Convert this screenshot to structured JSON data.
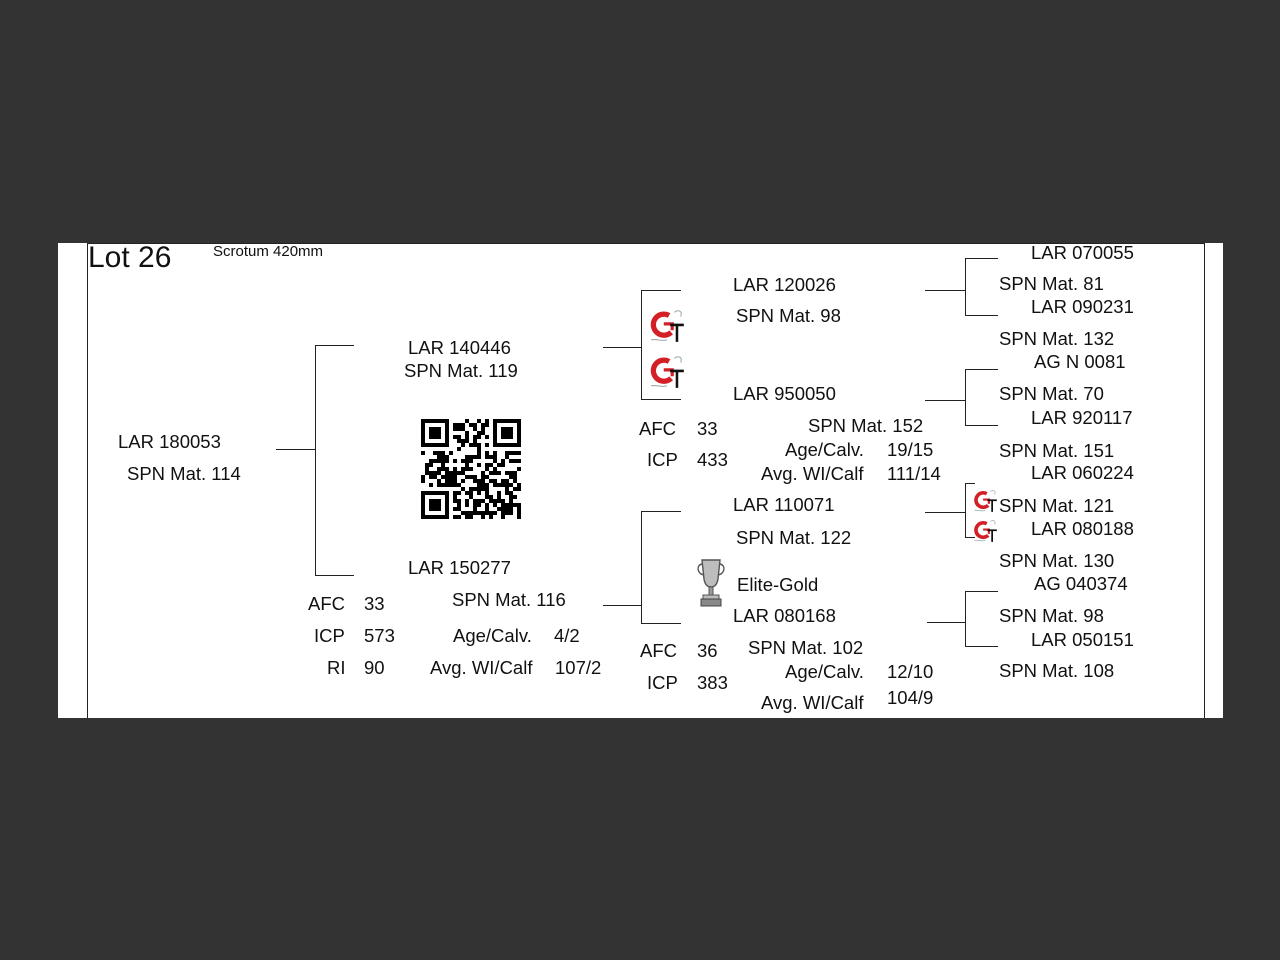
{
  "header": {
    "lot": "Lot 26",
    "scrotum": "Scrotum 420mm"
  },
  "subject": {
    "id": "LAR 180053",
    "spn": "SPN Mat. 114"
  },
  "sire": {
    "id": "LAR 140446",
    "spn": "SPN Mat. 119"
  },
  "dam": {
    "id": "LAR 150277",
    "spn": "SPN Mat. 116",
    "stats": {
      "afc_label": "AFC",
      "afc": "33",
      "icp_label": "ICP",
      "icp": "573",
      "ri_label": "RI",
      "ri": "90"
    },
    "age_calv_label": "Age/Calv.",
    "age_calv": "4/2",
    "avg_wi_label": "Avg. WI/Calf",
    "avg_wi": "107/2"
  },
  "ss": {
    "id": "LAR 120026",
    "spn": "SPN Mat. 98"
  },
  "sd": {
    "id": "LAR 950050",
    "spn": "SPN Mat. 152",
    "afc_label": "AFC",
    "afc": "33",
    "icp_label": "ICP",
    "icp": "433",
    "age_calv_label": "Age/Calv.",
    "age_calv": "19/15",
    "avg_wi_label": "Avg. WI/Calf",
    "avg_wi": "111/14"
  },
  "ds": {
    "id": "LAR 110071",
    "spn": "SPN Mat. 122",
    "award": "Elite-Gold"
  },
  "dd": {
    "id": "LAR 080168",
    "spn": "SPN Mat. 102",
    "afc_label": "AFC",
    "afc": "36",
    "icp_label": "ICP",
    "icp": "383",
    "age_calv_label": "Age/Calv.",
    "age_calv": "12/10",
    "avg_wi_label": "Avg. WI/Calf",
    "avg_wi": "104/9"
  },
  "ggp": [
    {
      "id": "LAR 070055",
      "spn": "SPN Mat. 81"
    },
    {
      "id": "LAR 090231",
      "spn": "SPN Mat. 132"
    },
    {
      "id": "AG  N 0081",
      "spn": "SPN Mat. 70"
    },
    {
      "id": "LAR 920117",
      "spn": "SPN Mat. 151"
    },
    {
      "id": "LAR 060224",
      "spn": "SPN Mat. 121"
    },
    {
      "id": "LAR 080188",
      "spn": "SPN Mat. 130"
    },
    {
      "id": "AG  040374",
      "spn": "SPN Mat. 98"
    },
    {
      "id": "LAR 050151",
      "spn": "SPN Mat. 108"
    }
  ],
  "icons": {
    "qr": "qr-code-icon",
    "gt_logo": "gt-logo-icon",
    "trophy": "trophy-icon"
  },
  "colors": {
    "background": "#333333",
    "card": "#ffffff",
    "gt_red": "#d32026"
  }
}
